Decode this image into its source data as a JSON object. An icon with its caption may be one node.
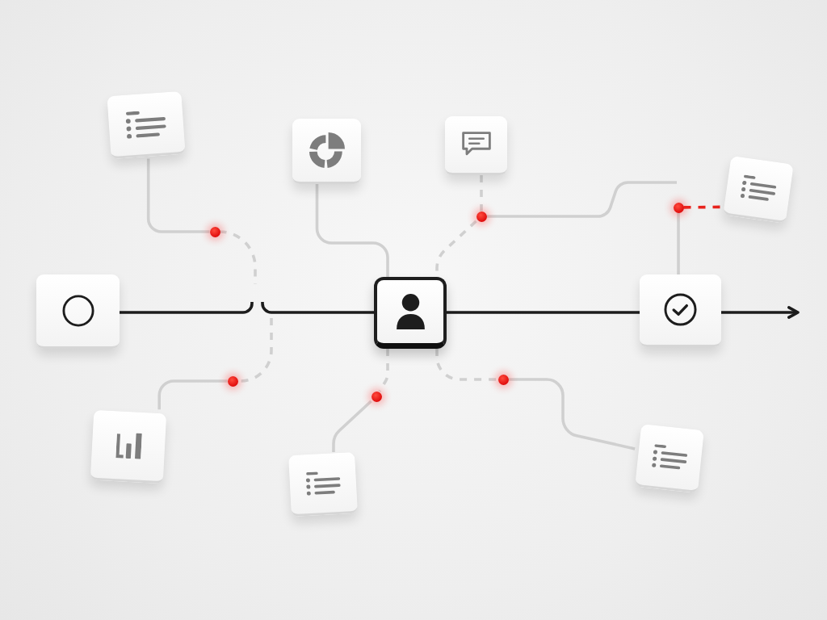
{
  "diagram": {
    "nodes": [
      {
        "text": [],
        "shape": "box"
      },
      {
        "text": [],
        "shape": "box"
      },
      {
        "text": [],
        "shape": "box"
      },
      {
        "text": [],
        "shape": "box"
      },
      {
        "text": [],
        "shape": "circle"
      },
      {
        "text": [],
        "shape": "circle"
      },
      {
        "text": [],
        "shape": "circle"
      },
      {
        "text": [],
        "shape": "box"
      },
      {
        "text": [],
        "shape": "box"
      },
      {
        "text": [],
        "shape": "box"
      },
      {
        "text": [],
        "shape": "circle"
      },
      {
        "text": [],
        "shape": "circle"
      },
      {
        "text": [],
        "shape": "circle"
      },
      {
        "text": [],
        "shape": "box"
      },
      {
        "text": [],
        "shape": "box"
      },
      {
        "text": [],
        "shape": "box"
      }
    ],
    "edges": [
      {
        "from": 7,
        "to": null,
        "arrow": "none",
        "color": "#1c1c1c"
      },
      {
        "from": null,
        "to": 8,
        "arrow": "none",
        "color": "#1c1c1c"
      },
      {
        "from": 8,
        "to": 9,
        "arrow": "none",
        "color": "#1c1c1c"
      },
      {
        "from": 9,
        "to": null,
        "arrow": "to",
        "color": "#1c1c1c"
      },
      {
        "from": 0,
        "to": 4,
        "arrow": "none"
      },
      {
        "from": 4,
        "to": null,
        "arrow": "none",
        "style": "dashed"
      },
      {
        "from": null,
        "to": 10,
        "arrow": "none",
        "style": "dashed"
      },
      {
        "from": 13,
        "to": 10,
        "arrow": "none"
      },
      {
        "from": 1,
        "to": 8,
        "arrow": "none"
      },
      {
        "from": 2,
        "to": 5,
        "arrow": "none",
        "style": "dashed"
      },
      {
        "from": 5,
        "to": 8,
        "arrow": "none",
        "style": "dashed"
      },
      {
        "from": 5,
        "to": null,
        "arrow": "none"
      },
      {
        "from": 6,
        "to": 9,
        "arrow": "none"
      },
      {
        "from": 6,
        "to": 3,
        "arrow": "none",
        "style": "dashed",
        "color": "#e8231d"
      },
      {
        "from": 8,
        "to": 11,
        "arrow": "none",
        "style": "dashed"
      },
      {
        "from": 11,
        "to": 14,
        "arrow": "none"
      },
      {
        "from": 8,
        "to": 12,
        "arrow": "none",
        "style": "dashed"
      },
      {
        "from": 12,
        "to": 15,
        "arrow": "none"
      }
    ]
  }
}
